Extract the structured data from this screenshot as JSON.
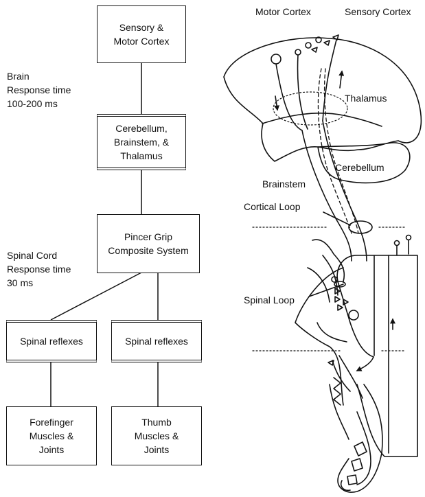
{
  "flowchart": {
    "box_cortex": "Sensory &\nMotor Cortex",
    "box_cerebellum": "Cerebellum,\nBrainstem, &\nThalamus",
    "box_pincer": "Pincer Grip\nComposite System",
    "box_reflex_left": "Spinal reflexes",
    "box_reflex_right": "Spinal reflexes",
    "box_forefinger": "Forefinger\nMuscles &\nJoints",
    "box_thumb": "Thumb\nMuscles &\nJoints",
    "brain_label": "Brain\nResponse time\n100-200 ms",
    "spinal_label": "Spinal Cord\nResponse time\n30 ms"
  },
  "anatomy": {
    "motor_cortex": "Motor Cortex",
    "sensory_cortex": "Sensory Cortex",
    "thalamus": "Thalamus",
    "cerebellum": "Cerebellum",
    "brainstem": "Brainstem",
    "cortical_loop": "Cortical Loop",
    "spinal_loop": "Spinal Loop"
  }
}
